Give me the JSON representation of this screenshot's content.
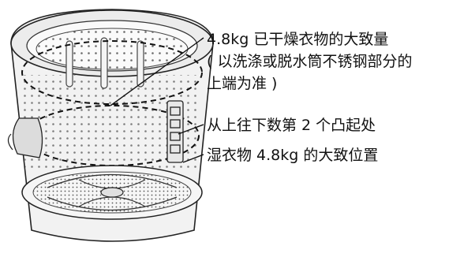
{
  "callouts": {
    "dry_load": "4.8kg 已干燥衣物的大致量",
    "dry_load_note_line1": "( 以洗涤或脱水筒不锈钢部分的",
    "dry_load_note_line2": "上端为准 )",
    "second_bump": "从上往下数第 2 个凸起处",
    "wet_load": "湿衣物 4.8kg 的大致位置"
  }
}
